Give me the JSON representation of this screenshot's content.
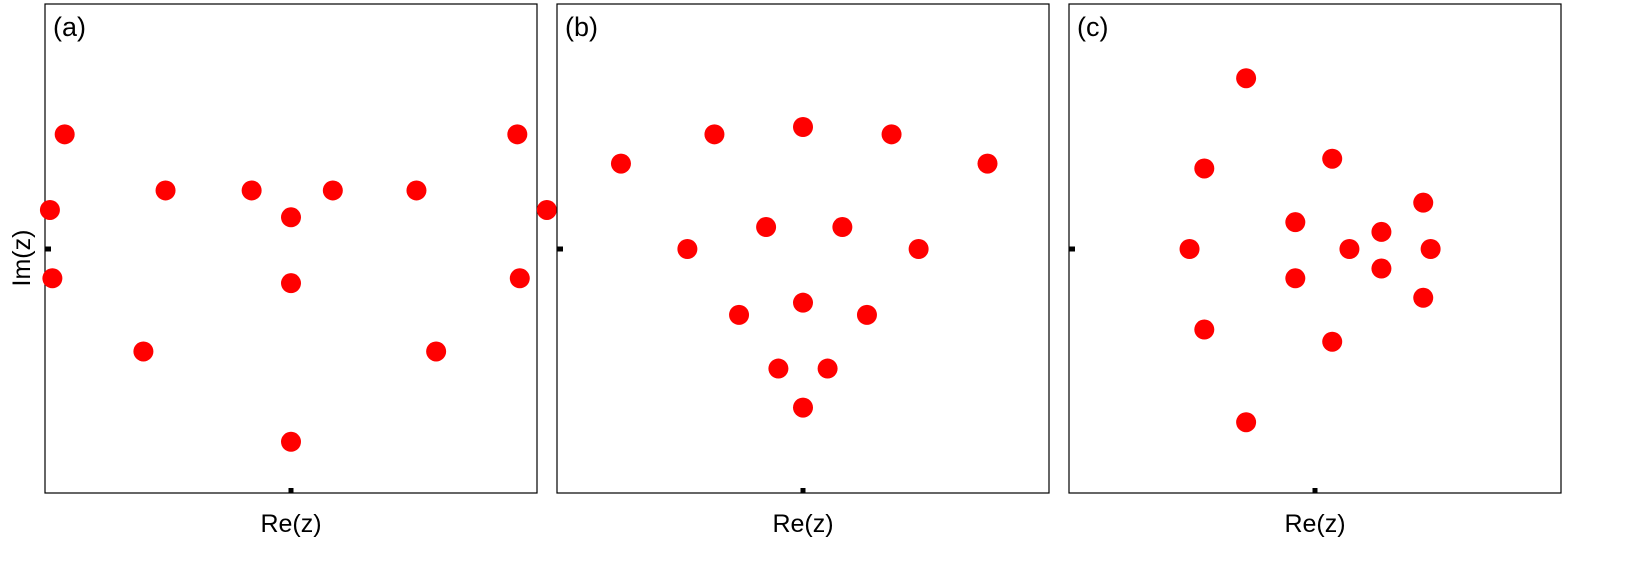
{
  "figure": {
    "ylabel": "Im(z)",
    "point_color": "#ff0000",
    "frame_color": "#000000"
  },
  "chart_data": [
    {
      "type": "scatter",
      "panel_label": "(a)",
      "xlabel": "Re(z)",
      "ylabel": "Im(z)",
      "xlim": [
        -1,
        1
      ],
      "ylim": [
        -1,
        1
      ],
      "xticks": [
        0
      ],
      "yticks": [
        0
      ],
      "grid": false,
      "series": [
        {
          "color": "#ff0000",
          "points": [
            [
              -0.92,
              0.47
            ],
            [
              0.92,
              0.47
            ],
            [
              -0.51,
              0.24
            ],
            [
              -0.16,
              0.24
            ],
            [
              0.17,
              0.24
            ],
            [
              0.51,
              0.24
            ],
            [
              0.0,
              0.13
            ],
            [
              -0.98,
              0.16
            ],
            [
              1.04,
              0.16
            ],
            [
              -0.97,
              -0.12
            ],
            [
              0.0,
              -0.14
            ],
            [
              0.93,
              -0.12
            ],
            [
              -0.6,
              -0.42
            ],
            [
              0.59,
              -0.42
            ],
            [
              0.0,
              -0.79
            ]
          ]
        }
      ]
    },
    {
      "type": "scatter",
      "panel_label": "(b)",
      "xlabel": "Re(z)",
      "ylabel": "",
      "xlim": [
        -1,
        1
      ],
      "ylim": [
        -1,
        1
      ],
      "xticks": [
        0
      ],
      "yticks": [
        0
      ],
      "grid": false,
      "series": [
        {
          "color": "#ff0000",
          "points": [
            [
              -0.74,
              0.35
            ],
            [
              -0.36,
              0.47
            ],
            [
              0.0,
              0.5
            ],
            [
              0.36,
              0.47
            ],
            [
              0.75,
              0.35
            ],
            [
              -0.47,
              0.0
            ],
            [
              -0.15,
              0.09
            ],
            [
              0.16,
              0.09
            ],
            [
              0.47,
              0.0
            ],
            [
              0.0,
              -0.22
            ],
            [
              -0.26,
              -0.27
            ],
            [
              0.26,
              -0.27
            ],
            [
              -0.1,
              -0.49
            ],
            [
              0.1,
              -0.49
            ],
            [
              0.0,
              -0.65
            ]
          ]
        }
      ]
    },
    {
      "type": "scatter",
      "panel_label": "(c)",
      "xlabel": "Re(z)",
      "ylabel": "",
      "xlim": [
        -1,
        1
      ],
      "ylim": [
        -1,
        1
      ],
      "xticks": [
        0
      ],
      "yticks": [
        0
      ],
      "grid": false,
      "series": [
        {
          "color": "#ff0000",
          "points": [
            [
              -0.28,
              0.7
            ],
            [
              0.07,
              0.37
            ],
            [
              -0.45,
              0.33
            ],
            [
              0.44,
              0.19
            ],
            [
              -0.08,
              0.11
            ],
            [
              0.27,
              0.07
            ],
            [
              -0.51,
              0.0
            ],
            [
              0.14,
              0.0
            ],
            [
              0.47,
              0.0
            ],
            [
              0.27,
              -0.08
            ],
            [
              -0.08,
              -0.12
            ],
            [
              0.44,
              -0.2
            ],
            [
              -0.45,
              -0.33
            ],
            [
              0.07,
              -0.38
            ],
            [
              -0.28,
              -0.71
            ]
          ]
        }
      ]
    }
  ]
}
